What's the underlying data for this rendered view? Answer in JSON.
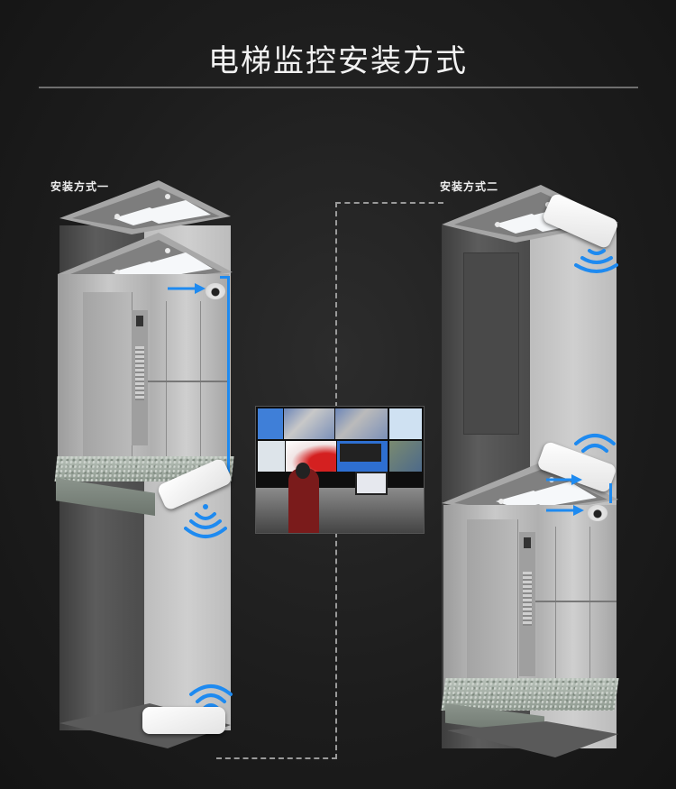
{
  "header": {
    "title": "电梯监控安装方式"
  },
  "methods": [
    {
      "label": "安装方式一"
    },
    {
      "label": "安装方式二"
    }
  ],
  "colors": {
    "background": "#1d1d1d",
    "title_text": "#f2f2f2",
    "accent_blue": "#1e8af0",
    "dashed_line": "#9a9a9a",
    "device_white": "#f5f5f5"
  },
  "diagram": {
    "components": [
      "elevator-shaft-method-1",
      "elevator-cab-method-1",
      "dome-camera",
      "wireless-bridge-on-cab",
      "wireless-bridge-shaft-bottom",
      "monitoring-center",
      "elevator-shaft-method-2",
      "elevator-cab-method-2",
      "wireless-bridge-cab-top",
      "wireless-bridge-shaft-top"
    ],
    "icons": [
      "wifi-signal-icon",
      "arrow-right-icon",
      "camera-icon"
    ]
  }
}
